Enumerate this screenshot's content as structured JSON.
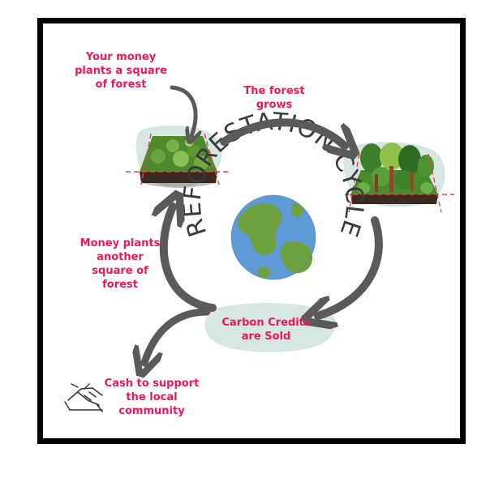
{
  "diagram": {
    "ring_text": "REFORESTATION CYCLE",
    "steps": [
      {
        "text": "Your money plants a square of forest",
        "lines": [
          "Your money",
          "plants a square",
          "of forest"
        ]
      },
      {
        "text": "The forest grows",
        "lines": [
          "The forest",
          "grows"
        ]
      },
      {
        "text": "Carbon Credits are Sold",
        "lines": [
          "Carbon Credits",
          "are Sold"
        ]
      },
      {
        "text": "Money plants another square of forest",
        "lines": [
          "Money plants",
          "another",
          "square of",
          "forest"
        ]
      },
      {
        "text": "Cash to support the local community",
        "lines": [
          "Cash to support",
          "the local",
          "community"
        ]
      }
    ],
    "colors": {
      "label": "#f0185a",
      "arrow": "#5a5a5a",
      "blob": "#d6e7e3",
      "border": "#000000"
    },
    "icons": [
      "forest-plot-icon",
      "grown-forest-icon",
      "earth-globe-icon",
      "handshake-icon"
    ]
  }
}
